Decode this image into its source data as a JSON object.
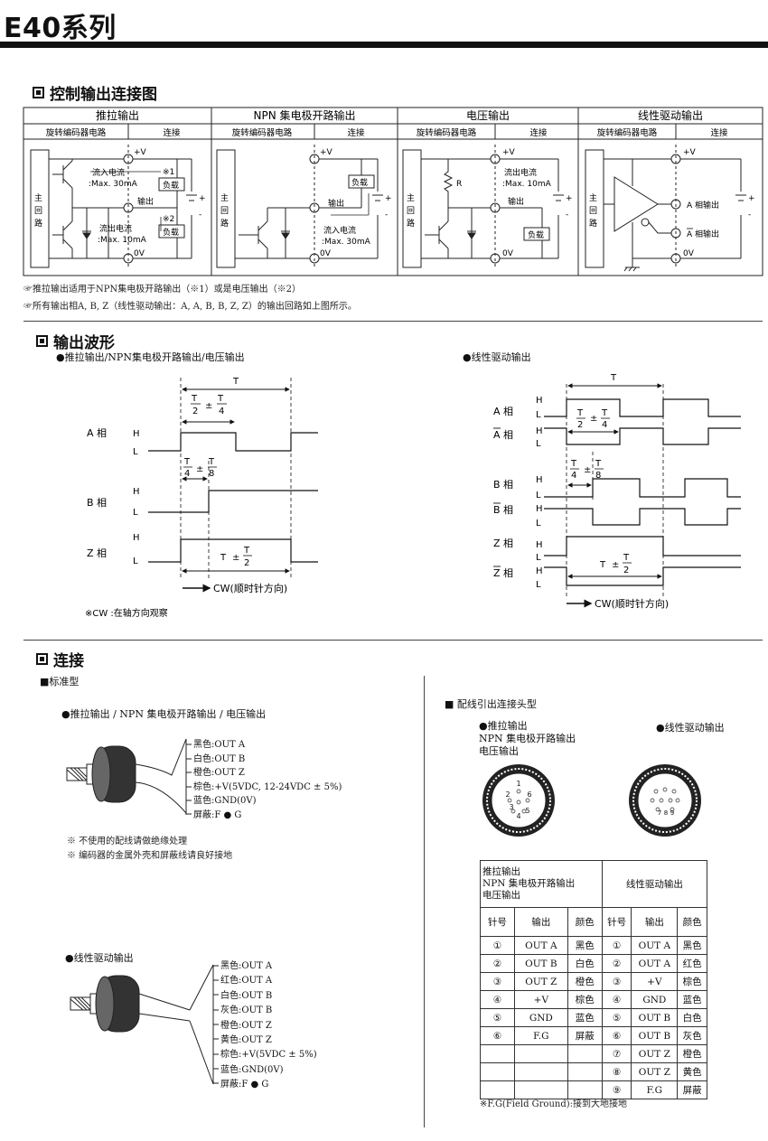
{
  "title": "E40系列",
  "sec1": {
    "heading": "控制输出连接图",
    "headers": [
      "推拉输出",
      "NPN 集电极开路输出",
      "电压输出",
      "线性驱动输出"
    ],
    "sub_left": "旋转编码器电路",
    "sub_right": "连接",
    "labels": {
      "vplus": "+V",
      "v0": "0V",
      "main_loop": [
        "主",
        "回",
        "路"
      ],
      "inflow": "流入电流",
      "inflow_30": ":Max. 30mA",
      "outflow": "流出电流",
      "outflow_10": ":Max. 10mA",
      "load": "负载",
      "out": "输出",
      "mark1": "※1",
      "mark2": "※2",
      "r": "R",
      "outflow_10b": ":Max. 10mA",
      "inflow_30b": ":Max. 30mA",
      "a_out": "A 相输出",
      "abar_out": "A 相输出",
      "plus": "+",
      "minus": "-"
    },
    "note1": "☞推拉输出适用于NPN集电极开路输出（※1）或是电压输出（※2）",
    "note2": "☞所有输出相A, B, Z（线性驱动输出：A, A, B, B, Z, Z）的输出回路如上图所示。"
  },
  "sec2": {
    "heading": "输出波形",
    "left_title": "●推拉输出/NPN集电极开路输出/电压输出",
    "right_title": "●线性驱动输出",
    "T": "T",
    "h": "H",
    "l": "L",
    "phase_a": "A 相",
    "phase_b": "B 相",
    "phase_z": "Z 相",
    "phase_abar": "A 相",
    "phase_bbar": "B 相",
    "phase_zbar": "Z 相",
    "pm": "±",
    "num_t": "T",
    "den2": "2",
    "den4": "4",
    "den8": "8",
    "cw": "CW(顺时针方向)",
    "cw_note": "※CW :在轴方向观察"
  },
  "sec3": {
    "heading": "连接",
    "std": "■标准型",
    "std_sub": "●推拉输出 / NPN 集电极开路输出 / 电压输出",
    "wires1": [
      "黑色:OUT A",
      "白色:OUT B",
      "橙色:OUT Z",
      "棕色:+V(5VDC, 12-24VDC ± 5%)",
      "蓝色:GND(0V)",
      "屏蔽:F ● G"
    ],
    "notes": [
      "※ 不使用的配线请做绝缘处理",
      "※ 编码器的金属外壳和屏蔽线请良好接地"
    ],
    "line_sub": "●线性驱动输出",
    "wires2": [
      "黑色:OUT A",
      "红色:OUT A",
      "白色:OUT B",
      "灰色:OUT B",
      "橙色:OUT Z",
      "黄色:OUT Z",
      "棕色:+V(5VDC ± 5%)",
      "蓝色:GND(0V)",
      "屏蔽:F ● G"
    ],
    "conn_title": "■ 配线引出连接头型",
    "conn_left": [
      "●推拉输出",
      "NPN 集电极开路输出",
      "电压输出"
    ],
    "conn_right": "●线性驱动输出",
    "table_head_left": [
      "推拉输出",
      "NPN 集电极开路输出",
      "电压输出"
    ],
    "table_head_right": "线性驱动输出",
    "col_pin": "针号",
    "col_out": "输出",
    "col_color": "颜色",
    "rows": [
      [
        "①",
        "OUT A",
        "黑色",
        "①",
        "OUT A",
        "黑色"
      ],
      [
        "②",
        "OUT B",
        "白色",
        "②",
        "OUT A",
        "红色"
      ],
      [
        "③",
        "OUT Z",
        "橙色",
        "③",
        "+V",
        "棕色"
      ],
      [
        "④",
        "+V",
        "棕色",
        "④",
        "GND",
        "蓝色"
      ],
      [
        "⑤",
        "GND",
        "蓝色",
        "⑤",
        "OUT B",
        "白色"
      ],
      [
        "⑥",
        "F.G",
        "屏蔽",
        "⑥",
        "OUT B",
        "灰色"
      ],
      [
        "",
        "",
        "",
        "⑦",
        "OUT Z",
        "橙色"
      ],
      [
        "",
        "",
        "",
        "⑧",
        "OUT Z",
        "黄色"
      ],
      [
        "",
        "",
        "",
        "⑨",
        "F.G",
        "屏蔽"
      ]
    ],
    "fg_note": "※F.G(Field Ground):接到大地接地"
  },
  "colors": {
    "ink": "#111111",
    "rule": "#444444"
  }
}
